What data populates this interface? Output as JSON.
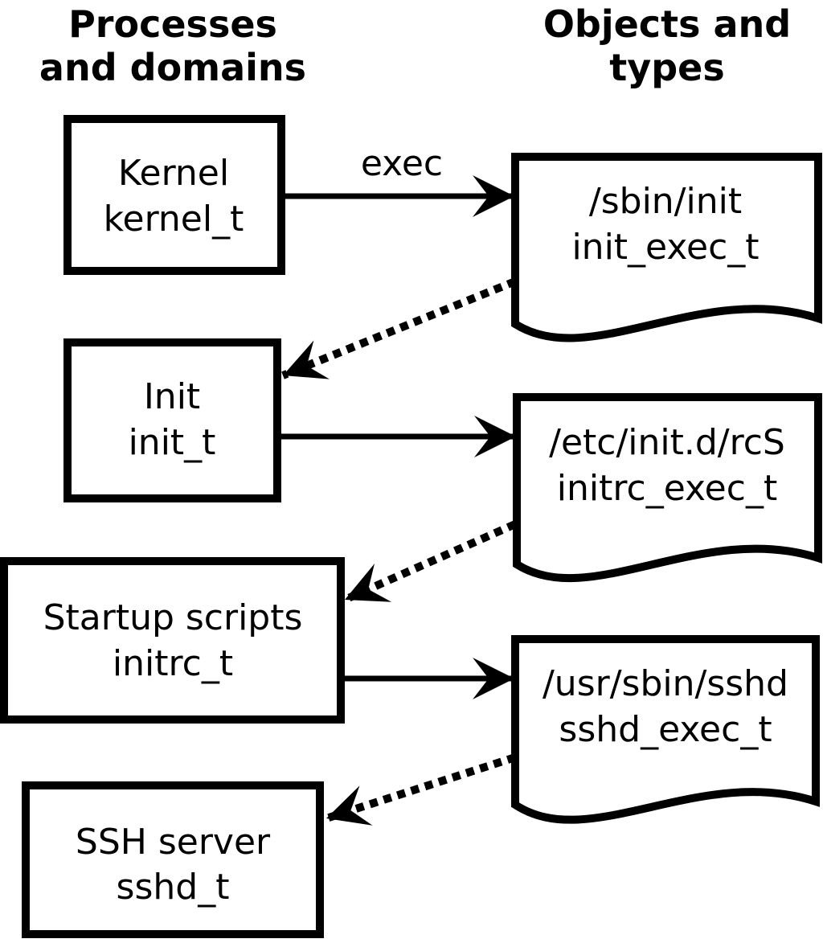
{
  "diagram": {
    "title_columns": {
      "left": {
        "line1": "Processes",
        "line2": "and domains"
      },
      "right": {
        "line1": "Objects and",
        "line2": "types"
      }
    },
    "process_nodes": [
      {
        "label": "Kernel",
        "type": "kernel_t"
      },
      {
        "label": "Init",
        "type": "init_t"
      },
      {
        "label": "Startup scripts",
        "type": "initrc_t"
      },
      {
        "label": "SSH server",
        "type": "sshd_t"
      }
    ],
    "object_nodes": [
      {
        "path": "/sbin/init",
        "type": "init_exec_t"
      },
      {
        "path": "/etc/init.d/rcS",
        "type": "initrc_exec_t"
      },
      {
        "path": "/usr/sbin/sshd",
        "type": "sshd_exec_t"
      }
    ],
    "edge_labels": {
      "exec": "exec"
    },
    "colors": {
      "ink": "#000000",
      "background": "#ffffff"
    }
  }
}
